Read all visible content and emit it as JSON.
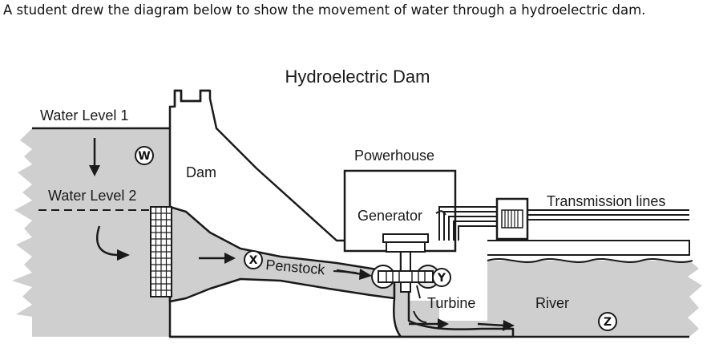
{
  "question": {
    "text": "A student drew the diagram below to show the movement of water through a hydroelectric dam."
  },
  "diagram": {
    "title": "Hydroelectric Dam",
    "labels": {
      "water_level_1": "Water Level 1",
      "water_level_2": "Water Level 2",
      "dam": "Dam",
      "powerhouse": "Powerhouse",
      "generator": "Generator",
      "transmission_lines": "Transmission lines",
      "penstock": "Penstock",
      "turbine": "Turbine",
      "river": "River"
    },
    "markers": {
      "w": "W",
      "x": "X",
      "y": "Y",
      "z": "Z"
    },
    "colors": {
      "water": "#cfcfcf",
      "ink": "#1a1a1a",
      "background": "#ffffff"
    }
  }
}
